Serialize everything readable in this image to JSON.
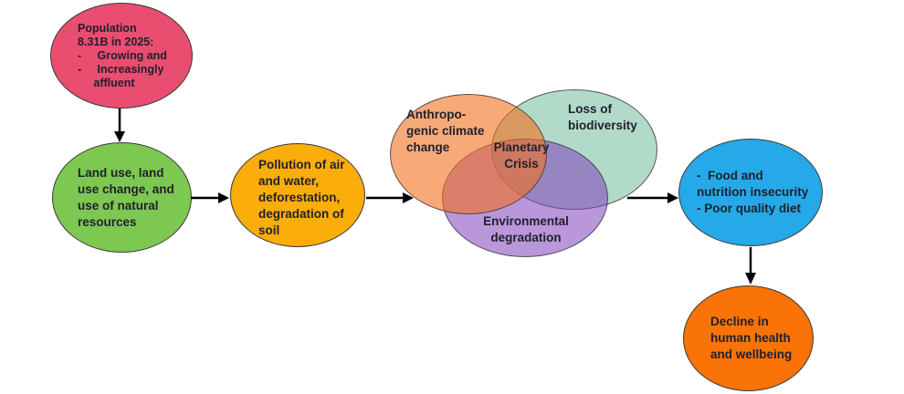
{
  "diagram": {
    "title": "Planetary crisis flow diagram",
    "text_color": "#21212E",
    "outline_color": "#3A3A3A",
    "arrow_color": "#000000",
    "nodes": {
      "population": {
        "color": "#E94D70",
        "lines": [
          "Population",
          "8.31B in 2025:",
          "-     Growing and",
          "-     Increasingly",
          "     affluent"
        ]
      },
      "land_use": {
        "color": "#7CC850",
        "lines": [
          "Land use, land",
          "use change, and",
          "use of natural",
          "resources"
        ]
      },
      "pollution": {
        "color": "#FBAD09",
        "lines": [
          "Pollution of air",
          "and water,",
          "deforestation,",
          "degradation of",
          "soil"
        ]
      },
      "climate_change": {
        "color": "#F36F1E99",
        "lines": [
          "Anthropo-",
          "genic climate",
          "change"
        ]
      },
      "biodiversity_loss": {
        "color": "#7FC1A399",
        "lines": [
          "Loss of",
          "biodiversity"
        ]
      },
      "environmental_degradation": {
        "color": "#823FBE8C",
        "lines": [
          "Environmental",
          "degradation"
        ]
      },
      "planetary_crisis": {
        "lines": [
          "Planetary",
          "Crisis"
        ]
      },
      "food_insecurity": {
        "color": "#25A9E8",
        "lines": [
          "-  Food and",
          "nutrition insecurity",
          "- Poor quality diet"
        ]
      },
      "health_decline": {
        "color": "#F97306",
        "lines": [
          "Decline in",
          "human health",
          "and wellbeing"
        ]
      }
    },
    "edges": [
      {
        "from": "population",
        "to": "land_use"
      },
      {
        "from": "land_use",
        "to": "pollution"
      },
      {
        "from": "pollution",
        "to": "planetary_crisis_venn"
      },
      {
        "from": "planetary_crisis_venn",
        "to": "food_insecurity"
      },
      {
        "from": "food_insecurity",
        "to": "health_decline"
      }
    ]
  }
}
